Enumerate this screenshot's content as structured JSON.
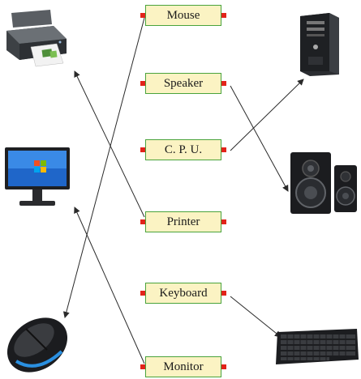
{
  "labels": {
    "mouse": "Mouse",
    "speaker": "Speaker",
    "cpu": "C. P. U.",
    "printer": "Printer",
    "keyboard": "Keyboard",
    "monitor": "Monitor"
  },
  "colors": {
    "box_fill": "#fbf3c3",
    "box_border": "#4aa33c",
    "connector_dot": "#e2231a",
    "arrow": "#2a2a2a"
  },
  "icons": [
    "printer-icon",
    "monitor-icon",
    "mouse-icon",
    "cpu-tower-icon",
    "speakers-icon",
    "keyboard-icon"
  ]
}
